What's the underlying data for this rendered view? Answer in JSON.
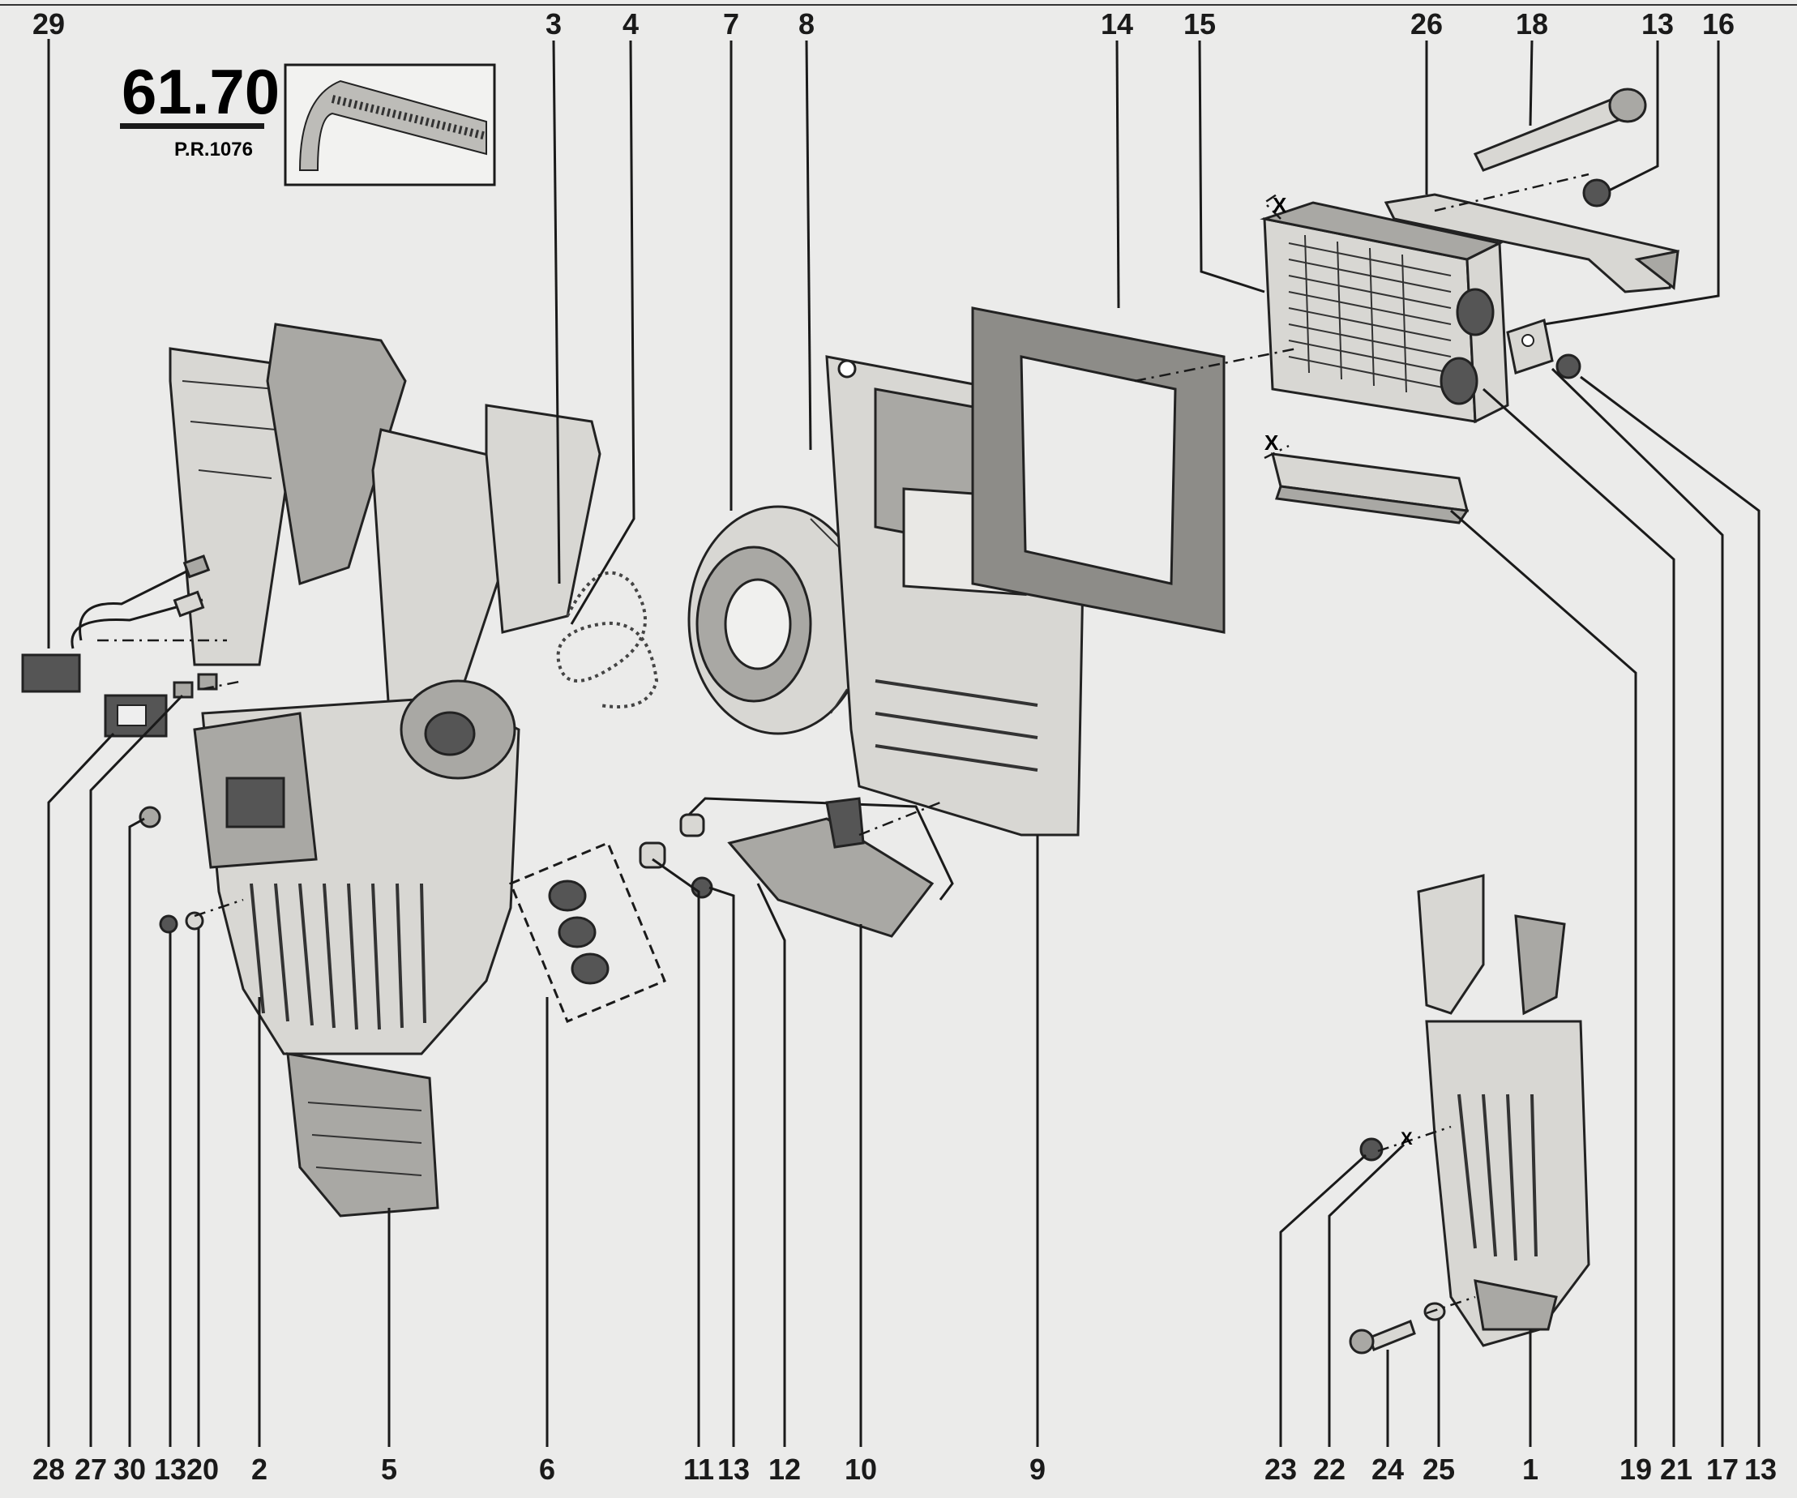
{
  "plate": {
    "number": "61.70",
    "reference": "P.R.1076"
  },
  "callouts": {
    "top": [
      "29",
      "3",
      "4",
      "7",
      "8",
      "14",
      "15",
      "26",
      "18",
      "13",
      "16"
    ],
    "bottom": [
      "28",
      "27",
      "30",
      "13",
      "20",
      "2",
      "5",
      "6",
      "11",
      "13",
      "12",
      "10",
      "9",
      "23",
      "22",
      "24",
      "25",
      "1",
      "19",
      "21",
      "17",
      "13"
    ]
  },
  "markers": {
    "cut_upper": "X",
    "cut_lower": "X",
    "cut_small": "X"
  }
}
